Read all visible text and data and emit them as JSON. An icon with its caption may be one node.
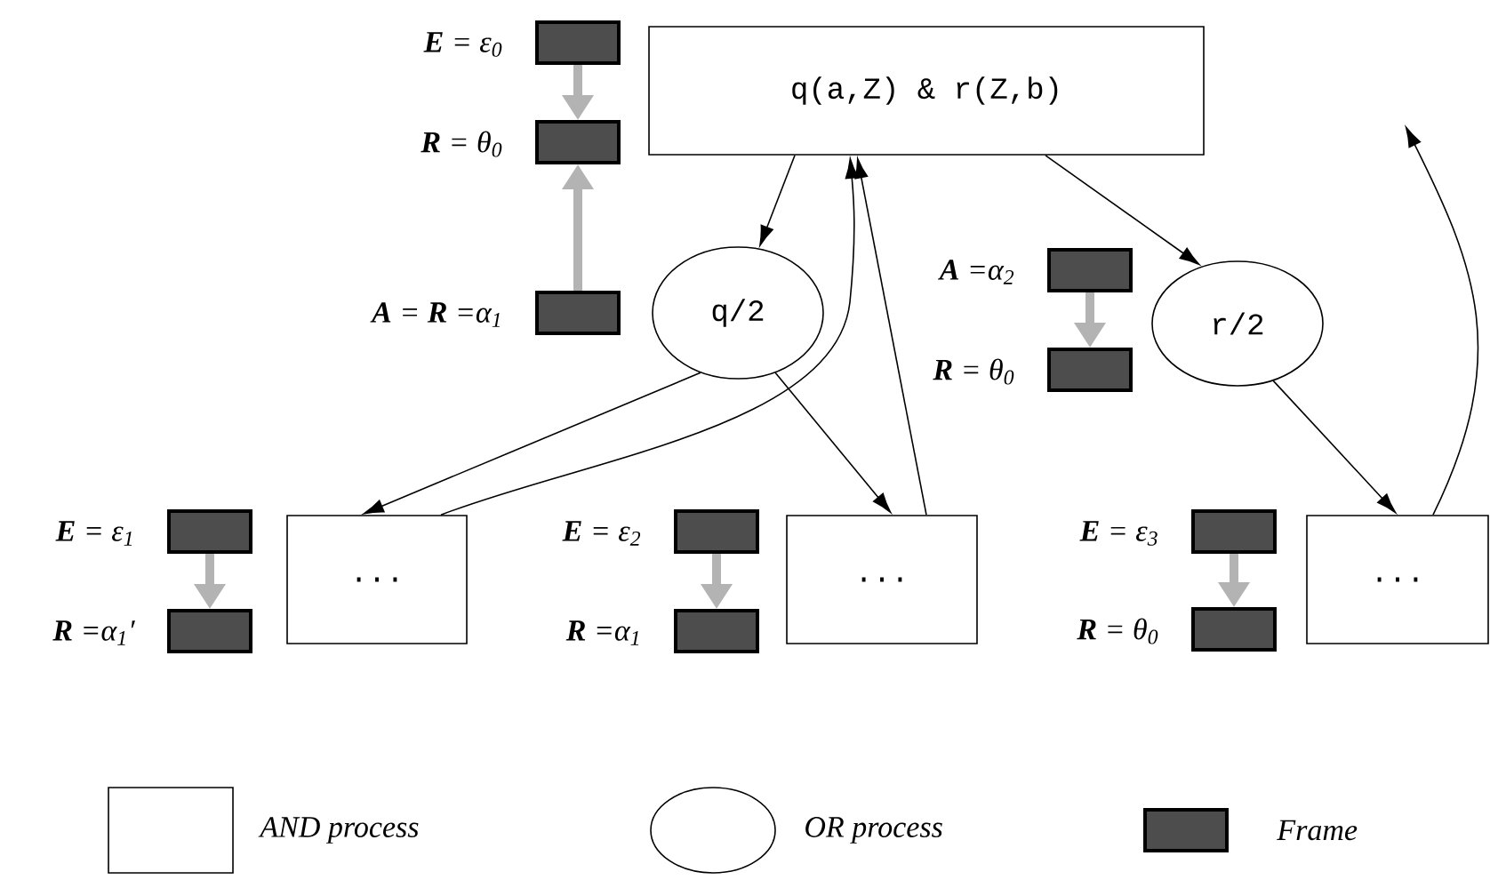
{
  "diagram": {
    "nodes": [
      {
        "text": [],
        "shape": "bar",
        "beside": [
          "**E** = ε$_{0}$"
        ]
      },
      {
        "text": [
          "q(a,Z) & r(Z,b)"
        ]
      },
      {
        "text": [],
        "shape": "bar",
        "beside": [
          "**R** = θ$_{0}$"
        ]
      },
      {
        "text": [],
        "shape": "bar",
        "beside": [
          "**A** = **R** =α$_{1}$"
        ]
      },
      {
        "text": [
          "q/2"
        ]
      },
      {
        "text": [],
        "shape": "bar",
        "beside": [
          "**A** =α$_{2}$"
        ]
      },
      {
        "text": [
          "r/2"
        ]
      },
      {
        "text": [],
        "shape": "bar",
        "beside": [
          "**R** = θ$_{0}$"
        ]
      },
      {
        "text": [],
        "shape": "bar",
        "beside": [
          "**E** = ε$_{1}$"
        ]
      },
      {
        "text": [
          "..."
        ]
      },
      {
        "text": [],
        "shape": "bar",
        "beside": [
          "**E** = ε$_{2}$"
        ]
      },
      {
        "text": [
          "..."
        ]
      },
      {
        "text": [],
        "shape": "bar",
        "beside": [
          "**E** = ε$_{3}$"
        ]
      },
      {
        "text": [
          "..."
        ]
      },
      {
        "text": [],
        "shape": "bar",
        "beside": [
          "**R** =α$_{1}$′"
        ]
      },
      {
        "text": [],
        "shape": "bar",
        "beside": [
          "**R** =α$_{1}$"
        ]
      },
      {
        "text": [],
        "shape": "bar",
        "beside": [
          "**R** = θ$_{0}$"
        ]
      }
    ],
    "edges": [
      {
        "from": 0,
        "to": 2,
        "arrow": "to",
        "style": "thick",
        "color": "#b3b3b3"
      },
      {
        "from": 3,
        "to": 2,
        "arrow": "to",
        "style": "thick",
        "color": "#b3b3b3"
      },
      {
        "from": 5,
        "to": 7,
        "arrow": "to",
        "style": "thick",
        "color": "#b3b3b3"
      },
      {
        "from": 8,
        "to": 14,
        "arrow": "to",
        "style": "thick",
        "color": "#b3b3b3"
      },
      {
        "from": 10,
        "to": 15,
        "arrow": "to",
        "style": "thick",
        "color": "#b3b3b3"
      },
      {
        "from": 12,
        "to": 16,
        "arrow": "to",
        "style": "thick",
        "color": "#b3b3b3"
      },
      {
        "from": 1,
        "to": 4,
        "arrow": "to"
      },
      {
        "from": 1,
        "to": 6,
        "arrow": "to"
      },
      {
        "from": 4,
        "to": 9,
        "arrow": "to"
      },
      {
        "from": 9,
        "to": 1,
        "arrow": "to"
      },
      {
        "from": 4,
        "to": 11,
        "arrow": "to"
      },
      {
        "from": 11,
        "to": 1,
        "arrow": "to"
      },
      {
        "from": 6,
        "to": 13,
        "arrow": "to"
      },
      {
        "from": 13,
        "to": null,
        "arrow": "to"
      }
    ],
    "legend": [
      {
        "text": "AND process"
      },
      {
        "text": "OR process"
      },
      {
        "text": "Frame",
        "color": "#4d4d4d"
      }
    ]
  }
}
